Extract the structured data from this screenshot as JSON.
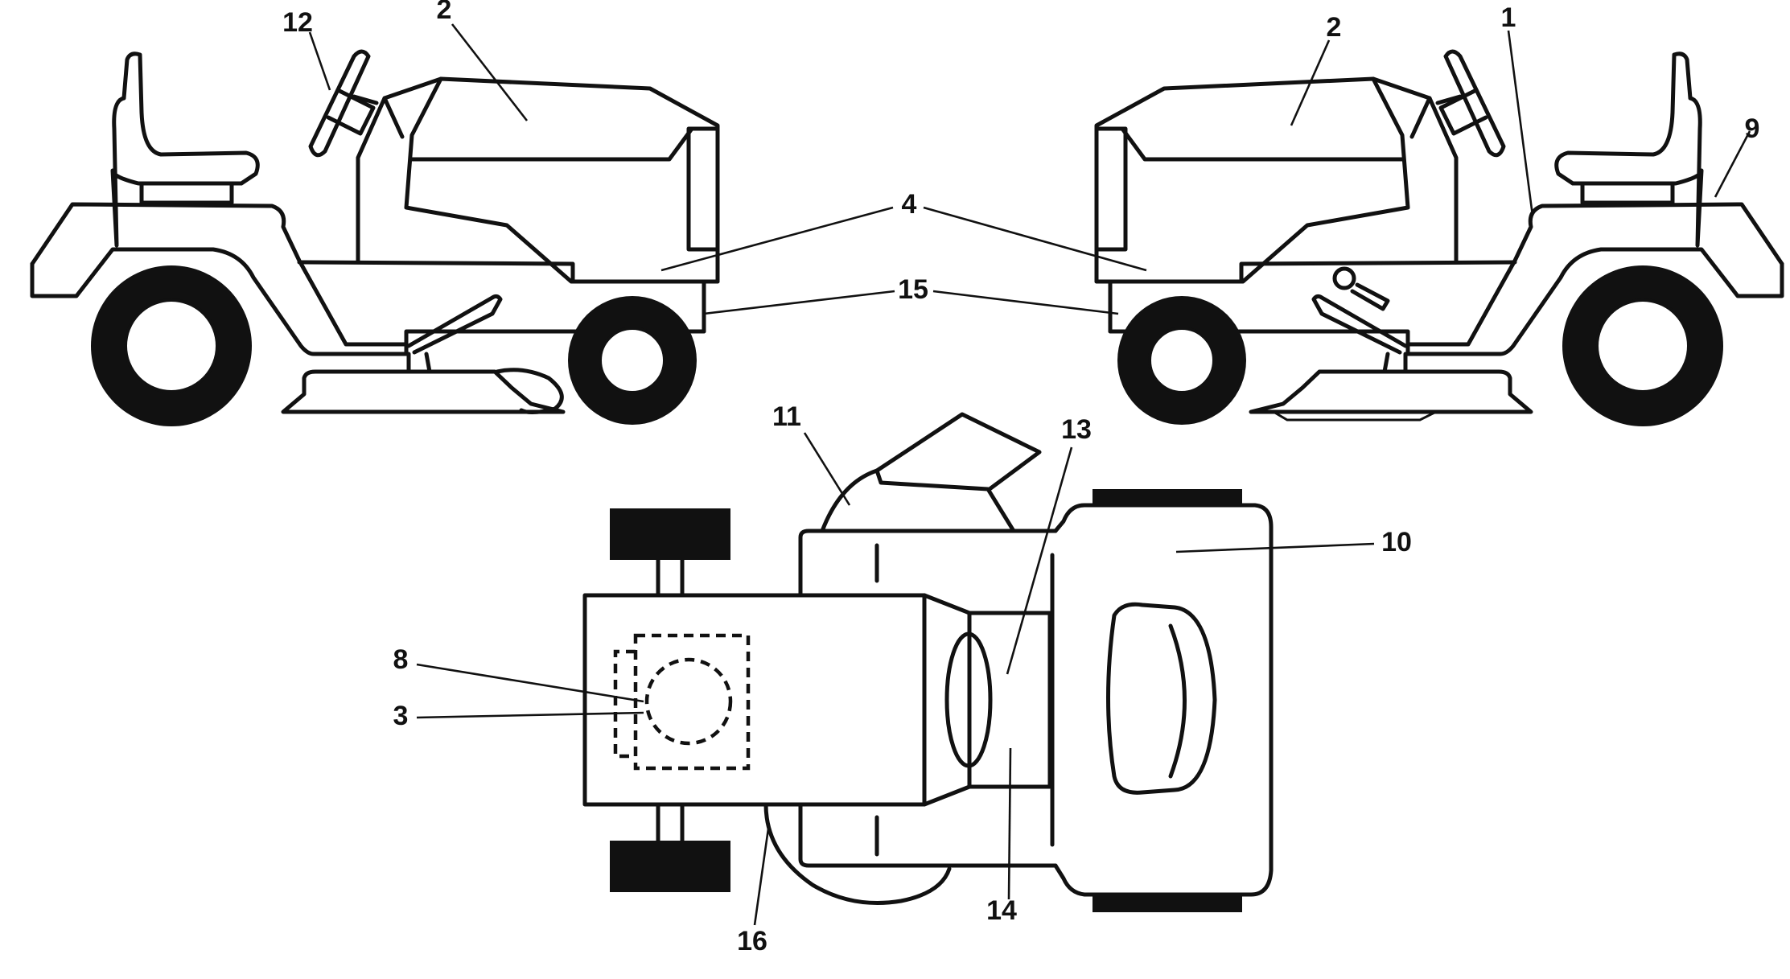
{
  "callouts": {
    "c1": "1",
    "c2_left": "2",
    "c2_right": "2",
    "c3": "3",
    "c4": "4",
    "c8": "8",
    "c9": "9",
    "c10": "10",
    "c11": "11",
    "c12": "12",
    "c13": "13",
    "c14": "14",
    "c15": "15",
    "c16": "16"
  },
  "colors": {
    "ink": "#111111",
    "background": "#ffffff"
  }
}
